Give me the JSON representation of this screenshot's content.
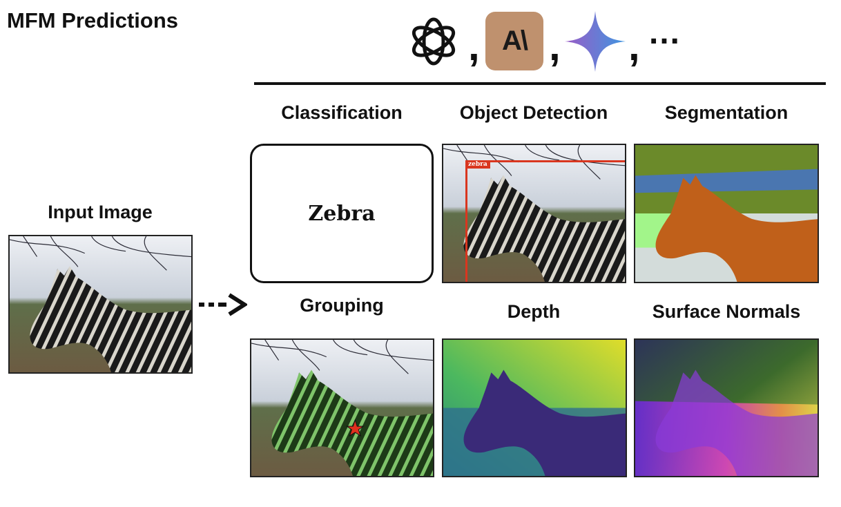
{
  "title": "MFM Predictions",
  "models": {
    "logos": [
      "openai-logo",
      "anthropic-logo",
      "gemini-logo"
    ],
    "anthropic_logo_text": "A\\",
    "separator": ",",
    "ellipsis": "…"
  },
  "input": {
    "label": "Input Image"
  },
  "tasks": {
    "classification": {
      "label": "Classification",
      "prediction": "Zebra"
    },
    "object_detection": {
      "label": "Object Detection",
      "box_label": "zebra"
    },
    "segmentation": {
      "label": "Segmentation"
    },
    "grouping": {
      "label": "Grouping"
    },
    "depth": {
      "label": "Depth"
    },
    "surface_normals": {
      "label": "Surface Normals"
    }
  },
  "colors": {
    "detection_box": "#d9361f",
    "anthropic_bg": "#bf916e",
    "grouping_overlay": "#3f8f2f",
    "star": "#e0301e"
  }
}
